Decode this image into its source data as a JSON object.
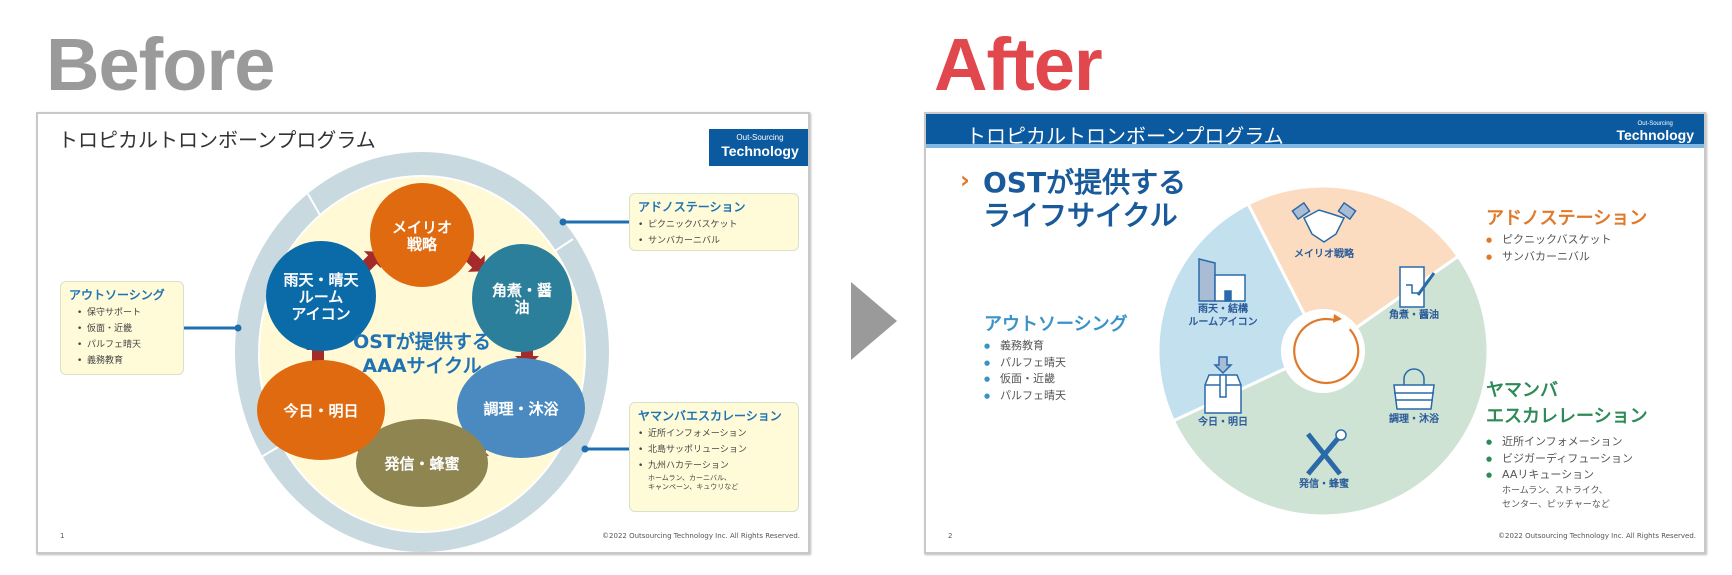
{
  "labels": {
    "before": "Before",
    "after": "After"
  },
  "colors": {
    "before_label": "#9a9a9a",
    "after_label": "#e0484e",
    "brand_blue": "#0b5aa0",
    "orange": "#e07a2a",
    "green": "#2e8b57",
    "arrow_red": "#a52a2a"
  },
  "divider_icon": "right-triangle-arrow",
  "before": {
    "title": "トロピカルトロンボーンプログラム",
    "logo": {
      "top": "Out-Sourcing",
      "main": "Technology"
    },
    "center_text": [
      "OSTが提供する",
      "AAAサイクル"
    ],
    "nodes": [
      {
        "lines": [
          "メイリオ",
          "戦略"
        ],
        "color": "#e06a10"
      },
      {
        "lines": [
          "角煮・醤",
          "油"
        ],
        "color": "#2c7f9a"
      },
      {
        "lines": [
          "調理・沐浴"
        ],
        "color": "#4a8ac0"
      },
      {
        "lines": [
          "発信・蜂蜜"
        ],
        "color": "#8e8550"
      },
      {
        "lines": [
          "今日・明日"
        ],
        "color": "#e06a10"
      },
      {
        "lines": [
          "雨天・晴天",
          "ルーム",
          "アイコン"
        ],
        "color": "#0b6aa8"
      }
    ],
    "callouts": {
      "outsourcing": {
        "heading": "アウトソーシング",
        "items": [
          "保守サポート",
          "仮面・近畿",
          "パルフェ晴天",
          "義務教育"
        ]
      },
      "adno": {
        "heading": "アドノステーション",
        "items": [
          "ピクニックバスケット",
          "サンバカーニバル"
        ]
      },
      "yamanba": {
        "heading": "ヤマンバエスカレーション",
        "items": [
          "近所インフォメーション",
          "北島サッポリューション",
          "九州ハカテーション"
        ],
        "sub": [
          "ホームラン、カーニバル、",
          "キャンペーン、キュウリなど"
        ]
      }
    },
    "page_number": "1",
    "copyright": "©2022 Outsourcing Technology Inc. All Rights Reserved."
  },
  "after": {
    "title": "トロピカルトロンボーンプログラム",
    "logo": {
      "top": "Out-Sourcing",
      "main": "Technology"
    },
    "heading": [
      "OSTが提供する",
      "ライフサイクル"
    ],
    "pie_segments": [
      {
        "name": "peach",
        "color": "#fbdcc0"
      },
      {
        "name": "green",
        "color": "#cfe3d4"
      },
      {
        "name": "blue",
        "color": "#c3e0ee"
      }
    ],
    "stages": [
      {
        "icon": "handshake-icon",
        "lines": [
          "メイリオ戦略"
        ]
      },
      {
        "icon": "document-pen-icon",
        "lines": [
          "角煮・醤油"
        ]
      },
      {
        "icon": "bag-icon",
        "lines": [
          "調理・沐浴"
        ]
      },
      {
        "icon": "tools-icon",
        "lines": [
          "発信・蜂蜜"
        ]
      },
      {
        "icon": "box-icon",
        "lines": [
          "今日・明日"
        ]
      },
      {
        "icon": "building-icon",
        "lines": [
          "雨天・結構",
          "ルームアイコン"
        ]
      }
    ],
    "center_icon": "cycle-arrow-icon",
    "sections": {
      "outsourcing": {
        "heading": "アウトソーシング",
        "items": [
          "義務教育",
          "パルフェ晴天",
          "仮面・近畿",
          "パルフェ晴天"
        ]
      },
      "adno": {
        "heading": "アドノステーション",
        "items": [
          "ピクニックバスケット",
          "サンバカーニバル"
        ]
      },
      "yamanba": {
        "heading": [
          "ヤマンバ",
          "エスカレレーション"
        ],
        "items": [
          "近所インフォメーション",
          "ビジガーディフューション",
          "AAリキューション"
        ],
        "sub": [
          "ホームラン、ストライク、",
          "センター、ピッチャーなど"
        ]
      }
    },
    "page_number": "2",
    "copyright": "©2022 Outsourcing Technology Inc. All Rights Reserved."
  }
}
